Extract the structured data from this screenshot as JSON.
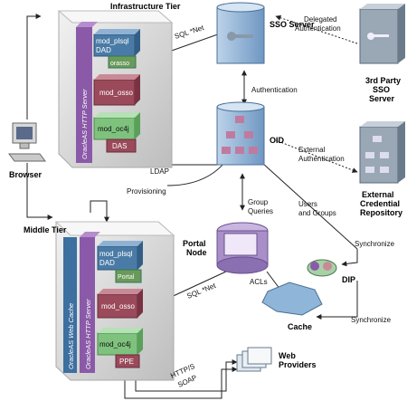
{
  "labels": {
    "infrastructure_tier": "Infrastructure Tier",
    "middle_tier": "Middle Tier",
    "browser": "Browser",
    "sso_server": "SSO Server",
    "oid": "OID",
    "third_party_sso_line1": "3rd Party",
    "third_party_sso_line2": "SSO",
    "third_party_sso_line3": "Server",
    "external_cred_line1": "External",
    "external_cred_line2": "Credential",
    "external_cred_line3": "Repository",
    "portal_node_line1": "Portal",
    "portal_node_line2": "Node",
    "acls": "ACLs",
    "cache": "Cache",
    "dip": "DIP",
    "web_providers_line1": "Web",
    "web_providers_line2": "Providers"
  },
  "edges": {
    "sql_net_top": "SQL *Net",
    "sql_net_mid": "SQL *Net",
    "delegated_auth_line1": "Delegated",
    "delegated_auth_line2": "Authentication",
    "authentication": "Authentication",
    "external_auth_line1": "External",
    "external_auth_line2": "Authentication",
    "ldap": "LDAP",
    "provisioning": "Provisioning",
    "group_queries_line1": "Group",
    "group_queries_line2": "Queries",
    "users_groups_line1": "Users",
    "users_groups_line2": "and Groups",
    "synchronize_top": "Synchronize",
    "synchronize_bottom": "Synchronize",
    "https": "HTTP/S",
    "soap": "SOAP"
  },
  "infra_modules": {
    "http_server": "OracleAS HTTP Server",
    "mod_plsql": "mod_plsql",
    "dad": "DAD",
    "orasso": "orasso",
    "mod_osso": "mod_osso",
    "mod_oc4j": "mod_oc4j",
    "das": "DAS"
  },
  "middle_modules": {
    "web_cache": "OracleAS Web Cache",
    "http_server": "OracleAS HTTP Server",
    "mod_plsql": "mod_plsql",
    "dad": "DAD",
    "portal": "Portal",
    "mod_osso": "mod_osso",
    "mod_oc4j": "mod_oc4j",
    "ppe": "PPE"
  },
  "colors": {
    "server_blue": "#7fa6cf",
    "mod_plsql_blue": "#4a7ba6",
    "mod_osso_maroon": "#9a4a5a",
    "mod_oc4j_green": "#7ec27e",
    "http_server_purple": "#8a5aa8",
    "web_cache_blue": "#3d6fa0"
  }
}
